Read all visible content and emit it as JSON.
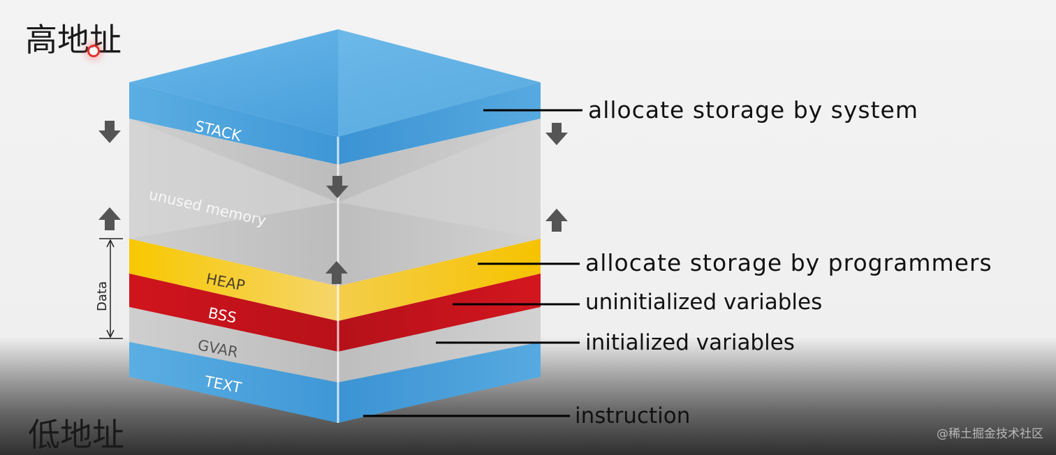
{
  "labels": {
    "high_address": "高地址",
    "low_address": "低地址"
  },
  "segments": {
    "stack": "STACK",
    "unused": "unused memory",
    "heap": "HEAP",
    "bss": "BSS",
    "gvar": "GVAR",
    "text": "TEXT"
  },
  "bracket_label": "Data",
  "annotations": {
    "stack": "allocate storage by system",
    "heap": "allocate storage by programmers",
    "bss": "uninitialized variables",
    "gvar": "initialized variables",
    "text": "instruction"
  },
  "watermark": "@稀土掘金技术社区",
  "colors": {
    "stack_blue": "#4ea6de",
    "heap_yellow": "#f5c518",
    "bss_red": "#c8161d",
    "gray": "#c9c9c9"
  }
}
